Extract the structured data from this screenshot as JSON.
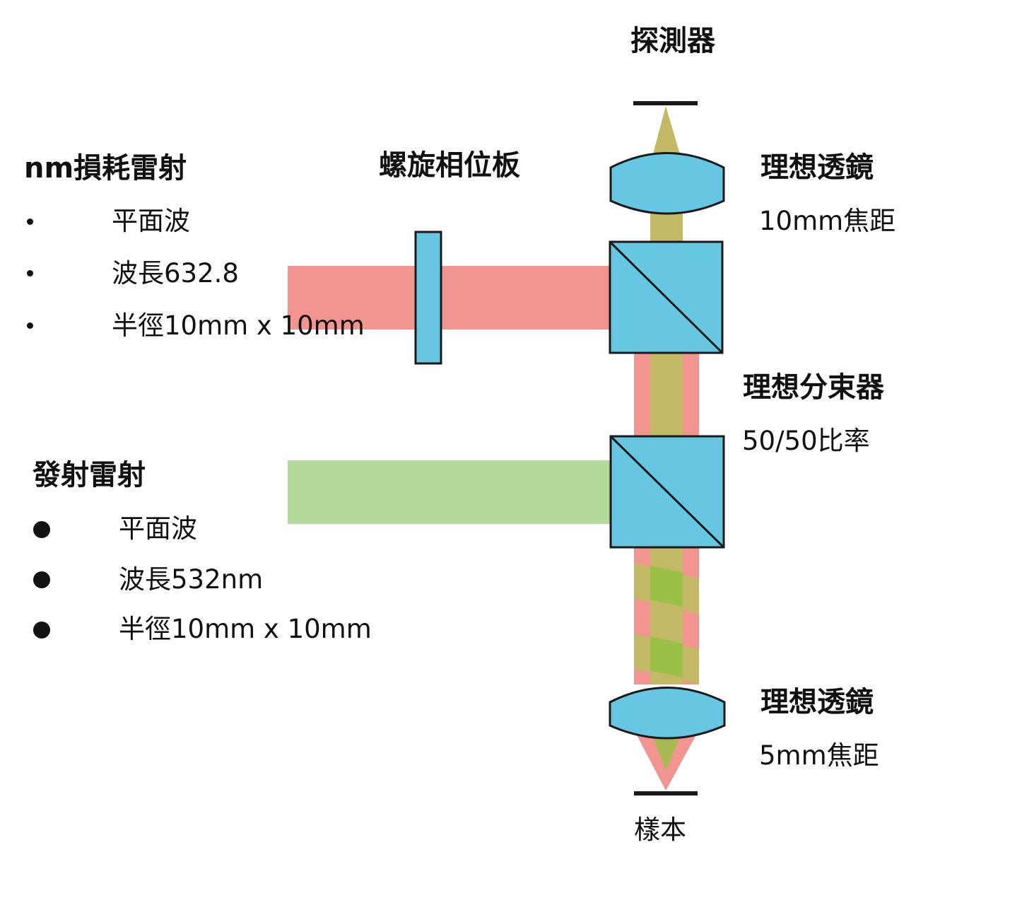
{
  "labels": {
    "detector": "探測器",
    "spiral_phase_plate": "螺旋相位板",
    "depletion_laser": {
      "title": "nm損耗雷射",
      "items": [
        "平面波",
        "波長632.8",
        "半徑10mm x 10mm"
      ]
    },
    "emission_laser": {
      "title": "發射雷射",
      "items": [
        "平面波",
        "波長532nm",
        "半徑10mm x 10mm"
      ]
    },
    "top_lens": {
      "title": "理想透鏡",
      "focal": "10mm焦距"
    },
    "beam_splitter": {
      "title": "理想分束器",
      "ratio": "50/50比率"
    },
    "bottom_lens": {
      "title": "理想透鏡",
      "focal": "5mm焦距"
    },
    "sample": "樣本"
  },
  "colors": {
    "red_beam": "#f29490",
    "green_beam": "#b3d99b",
    "olive_beam": "#c3b866",
    "mixed_beam": "#9bc048",
    "optic_fill": "#67c6e1",
    "outline": "#1a1a1a"
  }
}
